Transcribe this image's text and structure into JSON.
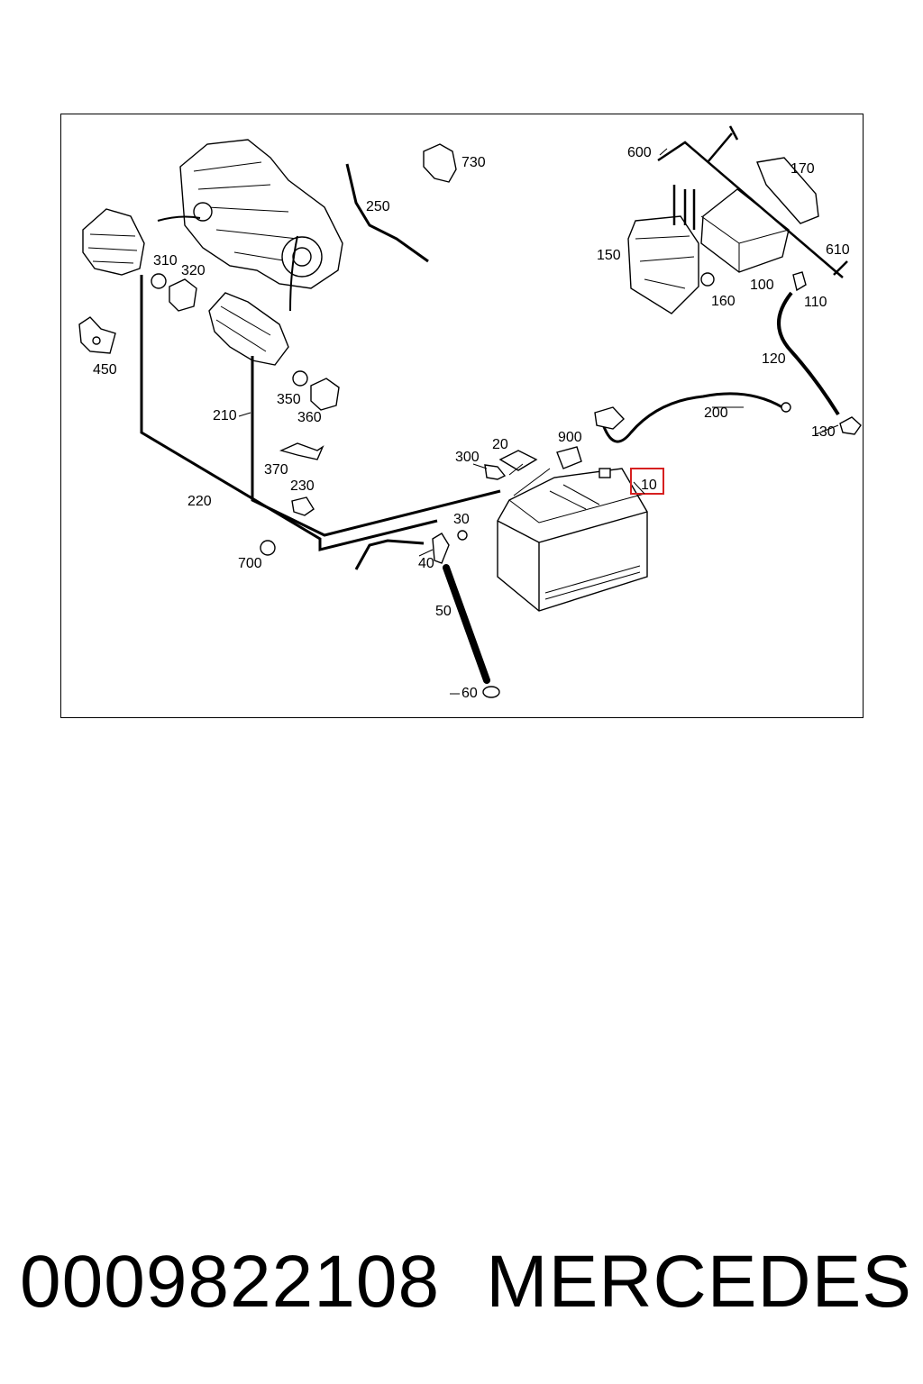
{
  "caption": {
    "part_number": "0009822108",
    "brand": "MERCEDES"
  },
  "highlight_color": "#d62020",
  "labels": {
    "l10": "10",
    "l20": "20",
    "l30": "30",
    "l40": "40",
    "l50": "50",
    "l60": "60",
    "l100": "100",
    "l110": "110",
    "l120": "120",
    "l130": "130",
    "l150": "150",
    "l160": "160",
    "l170": "170",
    "l200": "200",
    "l210": "210",
    "l220": "220",
    "l230": "230",
    "l250": "250",
    "l300": "300",
    "l310": "310",
    "l320": "320",
    "l350": "350",
    "l360": "360",
    "l370": "370",
    "l450": "450",
    "l600": "600",
    "l610": "610",
    "l700": "700",
    "l730": "730",
    "l900": "900"
  }
}
